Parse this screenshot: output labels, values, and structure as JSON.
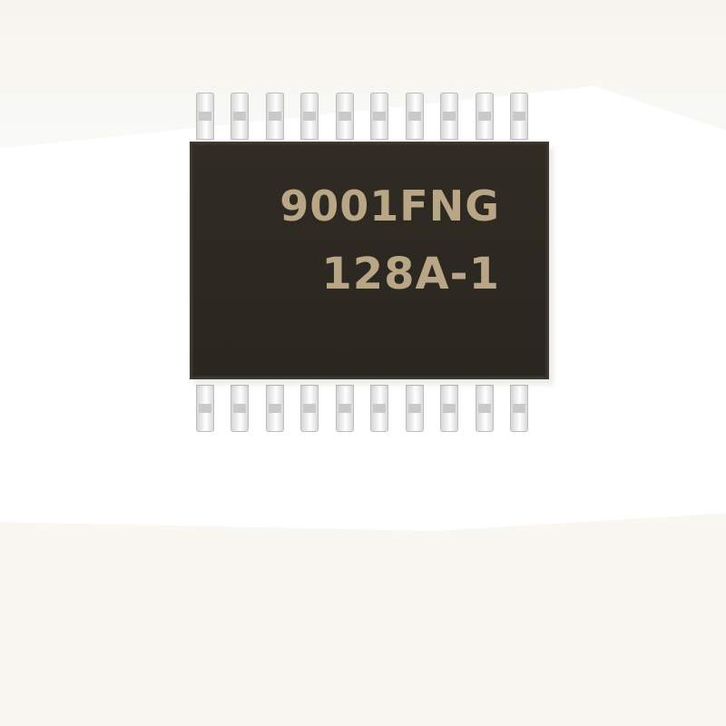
{
  "chip": {
    "marking_line1": "9001FNG",
    "marking_line2": "128A-1",
    "pins_per_side": 10,
    "body_color": "#2c2822",
    "marking_color": "#b8a686",
    "pin_color": "#e8e8e8"
  }
}
